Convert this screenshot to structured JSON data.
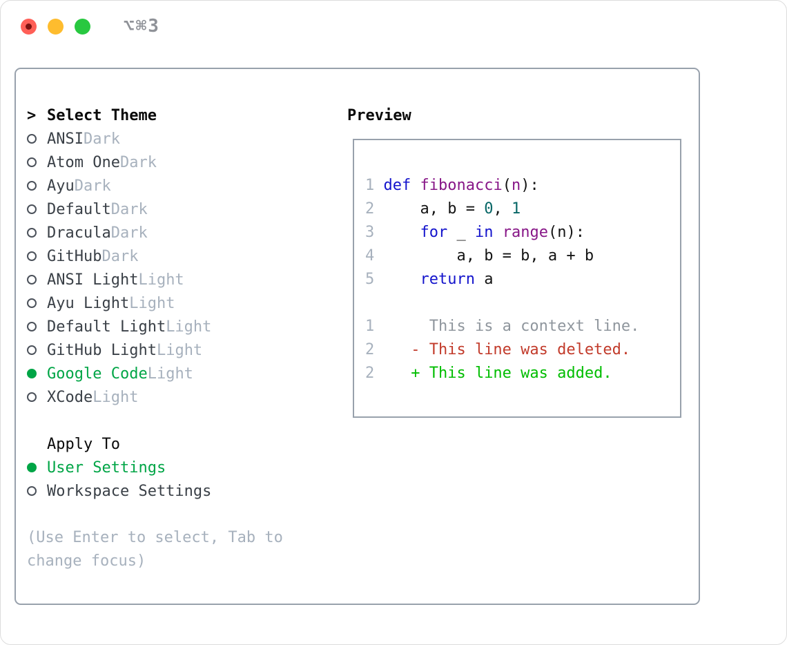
{
  "window": {
    "title": "⌥⌘3"
  },
  "panel": {
    "select": {
      "prompt": ">",
      "title": "Select Theme"
    },
    "themes": [
      {
        "name": "ANSI",
        "variant": "Dark",
        "selected": false
      },
      {
        "name": "Atom One",
        "variant": "Dark",
        "selected": false
      },
      {
        "name": "Ayu",
        "variant": "Dark",
        "selected": false
      },
      {
        "name": "Default",
        "variant": "Dark",
        "selected": false
      },
      {
        "name": "Dracula",
        "variant": "Dark",
        "selected": false
      },
      {
        "name": "GitHub",
        "variant": "Dark",
        "selected": false
      },
      {
        "name": "ANSI Light",
        "variant": "Light",
        "selected": false
      },
      {
        "name": "Ayu Light",
        "variant": "Light",
        "selected": false
      },
      {
        "name": "Default Light",
        "variant": "Light",
        "selected": false
      },
      {
        "name": "GitHub Light",
        "variant": "Light",
        "selected": false
      },
      {
        "name": "Google Code",
        "variant": "Light",
        "selected": true
      },
      {
        "name": "XCode",
        "variant": "Light",
        "selected": false
      }
    ],
    "apply_to": {
      "title": "Apply To",
      "options": [
        {
          "label": "User Settings",
          "selected": true
        },
        {
          "label": "Workspace Settings",
          "selected": false
        }
      ]
    },
    "help": "(Use Enter to select, Tab to change focus)"
  },
  "preview": {
    "title": "Preview",
    "code_lines": [
      {
        "num": "1",
        "tokens": [
          {
            "t": "def",
            "c": "kw"
          },
          {
            "t": " ",
            "c": "pl"
          },
          {
            "t": "fibonacci",
            "c": "fn"
          },
          {
            "t": "(",
            "c": "pl"
          },
          {
            "t": "n",
            "c": "fn"
          },
          {
            "t": "):",
            "c": "pl"
          }
        ]
      },
      {
        "num": "2",
        "tokens": [
          {
            "t": "    a, b = ",
            "c": "pl"
          },
          {
            "t": "0",
            "c": "num"
          },
          {
            "t": ", ",
            "c": "pl"
          },
          {
            "t": "1",
            "c": "num"
          }
        ]
      },
      {
        "num": "3",
        "tokens": [
          {
            "t": "    ",
            "c": "pl"
          },
          {
            "t": "for",
            "c": "kw"
          },
          {
            "t": " _ ",
            "c": "pl"
          },
          {
            "t": "in",
            "c": "kw"
          },
          {
            "t": " ",
            "c": "pl"
          },
          {
            "t": "range",
            "c": "fn"
          },
          {
            "t": "(n):",
            "c": "pl"
          }
        ]
      },
      {
        "num": "4",
        "tokens": [
          {
            "t": "        a, b = b, a + b",
            "c": "pl"
          }
        ]
      },
      {
        "num": "5",
        "tokens": [
          {
            "t": "    ",
            "c": "pl"
          },
          {
            "t": "return",
            "c": "kw"
          },
          {
            "t": " a",
            "c": "pl"
          }
        ]
      }
    ],
    "diff_lines": [
      {
        "num": "1",
        "marker": " ",
        "text": "This is a context line.",
        "kind": "context"
      },
      {
        "num": "2",
        "marker": "-",
        "text": "This line was deleted.",
        "kind": "deleted"
      },
      {
        "num": "2",
        "marker": "+",
        "text": "This line was added.",
        "kind": "added"
      }
    ]
  },
  "colors": {
    "panel_border": "#98a1ac",
    "selected_green": "#00a546",
    "variant_gray": "#a7b1bd",
    "keyword_blue": "#1414cc",
    "function_purple": "#871687",
    "number_teal": "#066666",
    "context_gray": "#8f969d",
    "deleted_red": "#c23b2b",
    "added_green": "#00bd00",
    "traffic_red": "#ff5f57",
    "traffic_yellow": "#febc2e",
    "traffic_green": "#28c840"
  }
}
